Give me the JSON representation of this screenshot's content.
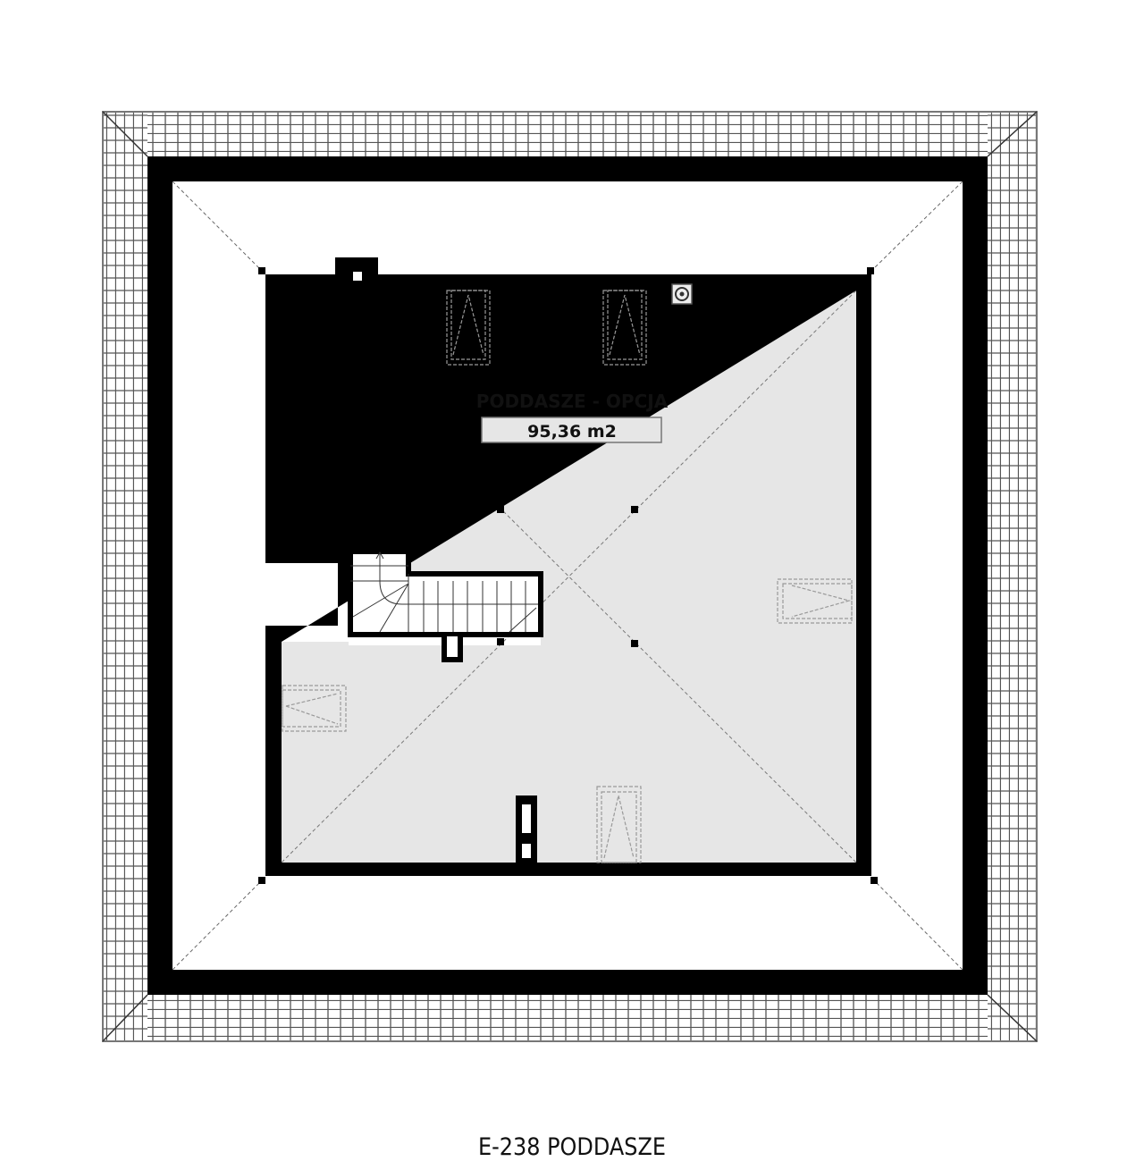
{
  "room": {
    "name": "PODDASZE - OPCJA",
    "area": "95,36 m2"
  },
  "drawing_title": "E-238 PODDASZE",
  "colors": {
    "wall": "#000000",
    "floor": "#e6e6e6",
    "background": "#ffffff",
    "tile_line": "#555555"
  }
}
